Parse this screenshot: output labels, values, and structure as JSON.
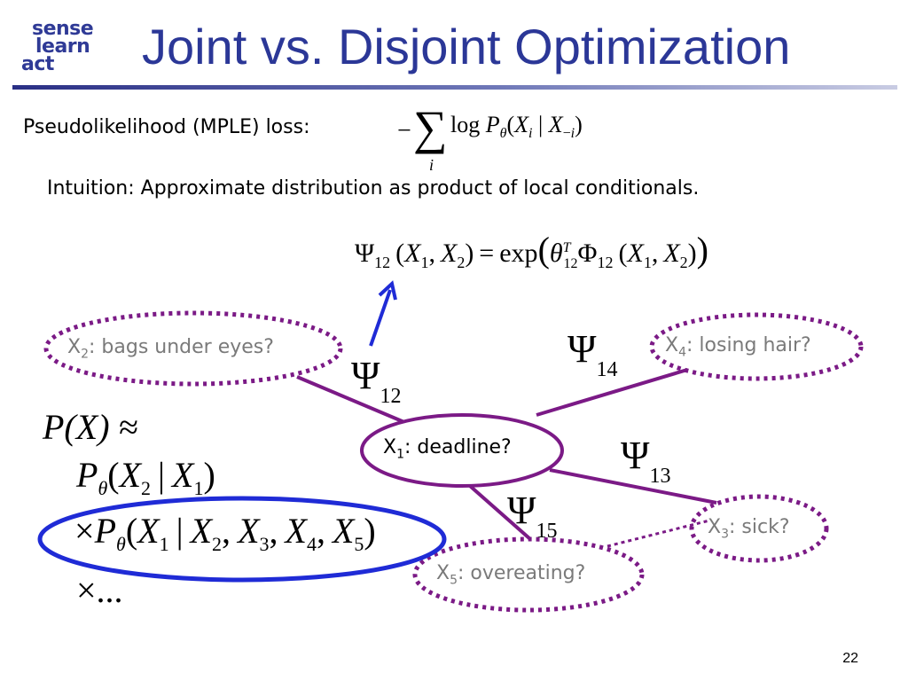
{
  "logo": {
    "line1": "sense",
    "line2": "learn",
    "line3": "act"
  },
  "title": "Joint vs. Disjoint Optimization",
  "mple_label": "Pseudolikelihood (MPLE) loss:",
  "intuition": "Intuition: Approximate distribution as product of local conditionals.",
  "mple_formula": {
    "minus": "−",
    "sum": "∑",
    "sum_index": "i",
    "body": "log P",
    "theta": "θ",
    "args": "(X",
    "i_sub": "i",
    "bar": " | X",
    "neg_i": "−i",
    "close": ")"
  },
  "potential_formula": "Ψ12(X1, X2) = exp(θ12ᵀ Φ12(X1, X2))",
  "nodes": {
    "x1": {
      "var": "X",
      "sub": "1",
      "text": ": deadline?"
    },
    "x2": {
      "var": "X",
      "sub": "2",
      "text": ": bags under eyes?"
    },
    "x3": {
      "var": "X",
      "sub": "3",
      "text": ": sick?"
    },
    "x4": {
      "var": "X",
      "sub": "4",
      "text": ": losing hair?"
    },
    "x5": {
      "var": "X",
      "sub": "5",
      "text": ": overeating?"
    }
  },
  "edge_labels": {
    "psi12": {
      "sym": "Ψ",
      "sub": "12"
    },
    "psi13": {
      "sym": "Ψ",
      "sub": "13"
    },
    "psi14": {
      "sym": "Ψ",
      "sub": "14"
    },
    "psi15": {
      "sym": "Ψ",
      "sub": "15"
    }
  },
  "approx": {
    "line1": "P(X) ≈",
    "line2": "Pθ(X2 | X1)",
    "line3": "×Pθ(X1 | X2, X3, X4, X5)",
    "line4": "×..."
  },
  "colors": {
    "edge": "#7b1a86",
    "dotted": "#7b1a86",
    "arrow": "#1f2bd6",
    "highlight": "#1f2bd6",
    "title": "#2b3797"
  },
  "page_number": "22"
}
